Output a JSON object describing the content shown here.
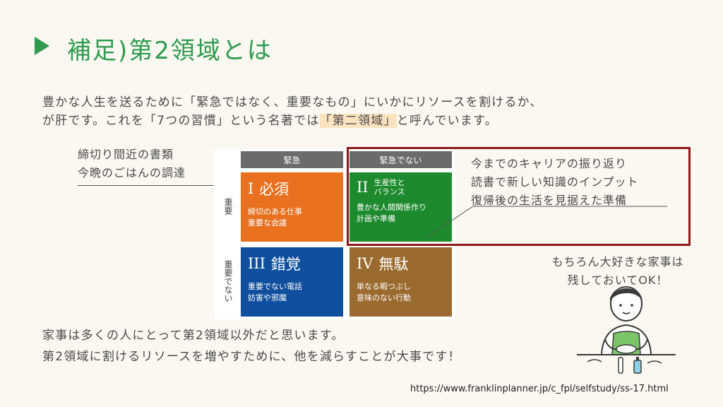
{
  "title": "補足)第2領域とは",
  "intro": {
    "line1": "豊かな人生を送るために「緊急ではなく、重要なもの」にいかにリソースを割けるか、",
    "line2_before": "が肝です。これを「7つの習慣」という名著では",
    "line2_highlight": "「第二領域」",
    "line2_after": "と呼んでいます。"
  },
  "left_note": [
    "締切り間近の書類",
    "今晩のごはんの調達"
  ],
  "right_note": [
    "今までのキャリアの振り返り",
    "読書で新しい知識のインプット",
    "復帰後の生活を見据えた準備"
  ],
  "matrix": {
    "col_headers": [
      "緊急",
      "緊急でない"
    ],
    "row_headers": [
      "重要",
      "重要でない"
    ],
    "quadrants": [
      {
        "numeral": "I",
        "title": "必須",
        "subtitle": "",
        "items": [
          "締切のある仕事",
          "重要な会議"
        ],
        "color": "#e8701e"
      },
      {
        "numeral": "II",
        "title": "",
        "subtitle": "生産性と\nバランス",
        "items": [
          "豊かな人間関係作り",
          "計画や準備"
        ],
        "color": "#1d8a2e"
      },
      {
        "numeral": "III",
        "title": "錯覚",
        "subtitle": "",
        "items": [
          "重要でない電話",
          "妨害や邪魔"
        ],
        "color": "#0f4f9e"
      },
      {
        "numeral": "IV",
        "title": "無駄",
        "subtitle": "",
        "items": [
          "単なる暇つぶし",
          "意味のない行動"
        ],
        "color": "#9a6a2f"
      }
    ]
  },
  "bubble": [
    "もちろん大好きな家事は",
    "残しておいてOK！"
  ],
  "bottom": [
    "家事は多くの人にとって第2領域以外だと思います。",
    "第2領域に割けるリソースを増やすために、他を減らすことが大事です！"
  ],
  "source_url": "https://www.franklinplanner.jp/c_fpl/selfstudy/ss-17.html",
  "colors": {
    "accent": "#2e9b4e",
    "highlight_box": "#8b1a1a"
  }
}
